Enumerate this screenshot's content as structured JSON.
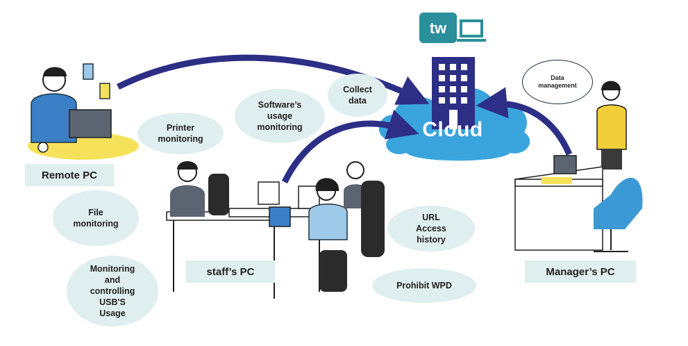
{
  "logo": {
    "text": "tw",
    "color": "#2a8f9a"
  },
  "colors": {
    "arrow": "#2d2f86",
    "cloud": "#3aa4dd",
    "building": "#2d2f86",
    "bubble": "#dfeeee",
    "desk_highlight": "#f6e25a"
  },
  "cloud": {
    "label": "Cloud"
  },
  "nodes": {
    "remote_pc": "Remote PC",
    "staff_pc": "staff’s PC",
    "manager_pc": "Manager’s PC"
  },
  "features": {
    "printer": "Printer\nmonitoring",
    "software": "Software’s\nusage\nmonitoring",
    "collect": "Collect\ndata",
    "file": "File\nmonitoring",
    "usb": "Monitoring\nand\ncontrolling\nUSB'S\nUsage",
    "url": "URL\nAccess\nhistory",
    "wpd": "Prohibit WPD",
    "data_mgmt": "Data\nmanagement"
  }
}
